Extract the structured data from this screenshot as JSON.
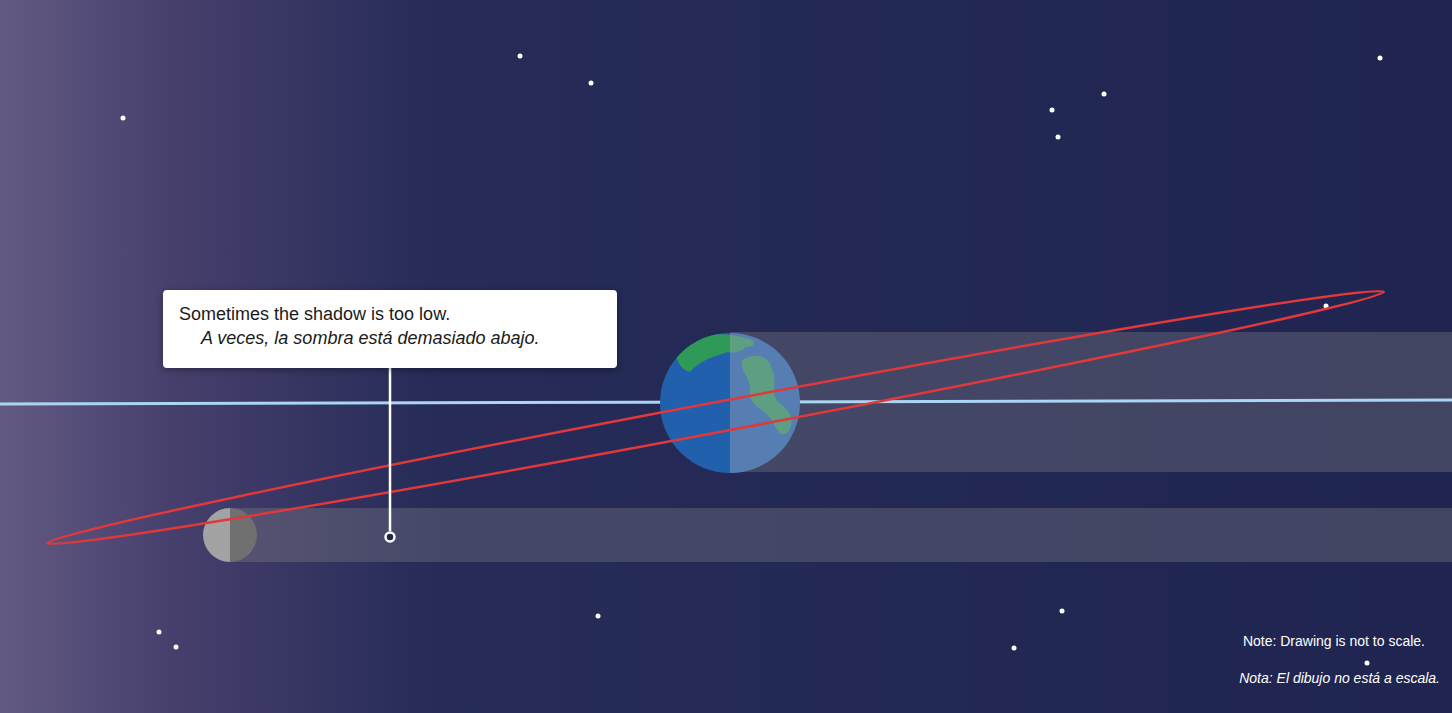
{
  "diagram": {
    "nodes": [
      {
        "text": [
          "Sometimes the shadow is too low.",
          "A veces, la sombra está demasiado abajo."
        ]
      }
    ],
    "edges": [],
    "labels": [
      "Note: Drawing is not to scale.",
      "Nota: El dibujo no está a escala."
    ]
  }
}
